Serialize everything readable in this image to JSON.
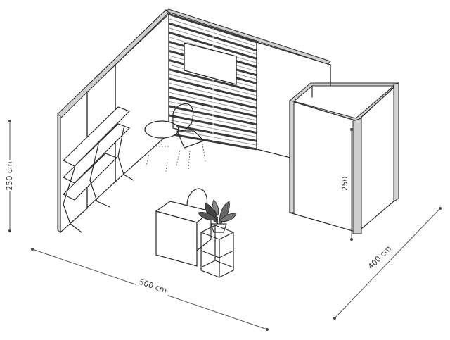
{
  "dimensions": {
    "height_label": "250 cm",
    "width_label": "500 cm",
    "depth_label": "400 cm",
    "cabin_height_label": "250"
  },
  "colors": {
    "line": "#2a2a2a",
    "slat_dark": "#3a3a3a",
    "slat_light": "#9a9a9a",
    "panel_edge": "#cfcfcf",
    "background": "#ffffff"
  }
}
